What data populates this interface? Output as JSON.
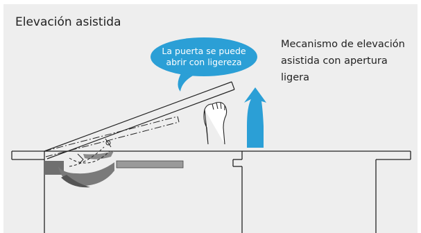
{
  "diagram": {
    "title": "Elevación asistida",
    "caption_lines": [
      "Mecanismo de elevación",
      "asistida con apertura",
      "ligera"
    ],
    "bubble_lines": [
      "La puerta se puede",
      "abrir con ligereza"
    ],
    "colors": {
      "panel_bg": "#eeeeee",
      "bubble": "#2b9fd6",
      "arrow": "#2b9fd6",
      "hinge_dark": "#6f6f6f",
      "hinge_light": "#9a9a9a",
      "line": "#222222"
    },
    "icons": [
      "hand-icon",
      "arrow-up-icon",
      "speech-bubble-icon"
    ]
  }
}
